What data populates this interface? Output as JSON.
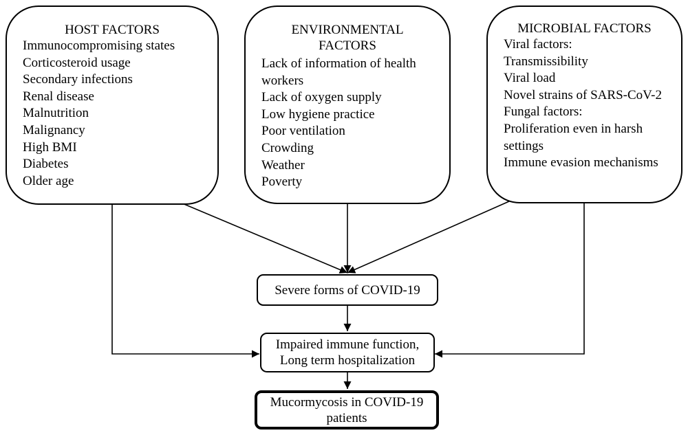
{
  "host": {
    "title": "HOST FACTORS",
    "items": [
      "Immunocompromising states",
      "Corticosteroid usage",
      "Secondary infections",
      "Renal disease",
      "Malnutrition",
      "Malignancy",
      "High BMI",
      "Diabetes",
      "Older age"
    ]
  },
  "environment": {
    "title": "ENVIRONMENTAL\nFACTORS",
    "items": [
      "Lack of information of health\nworkers",
      "Lack of oxygen supply",
      "Low hygiene practice",
      "Poor ventilation",
      "Crowding",
      "Weather",
      "Poverty"
    ]
  },
  "microbial": {
    "title": "MICROBIAL FACTORS",
    "items": [
      "Viral factors:",
      "Transmissibility",
      "Viral load",
      "Novel strains of SARS-CoV-2",
      "Fungal factors:",
      "Proliferation even in harsh\nsettings",
      "Immune evasion mechanisms"
    ]
  },
  "severe": {
    "label": "Severe forms of COVID-19"
  },
  "impaired": {
    "label": "Impaired immune function,\nLong term hospitalization"
  },
  "outcome": {
    "label": "Mucormycosis in COVID-19\npatients"
  }
}
